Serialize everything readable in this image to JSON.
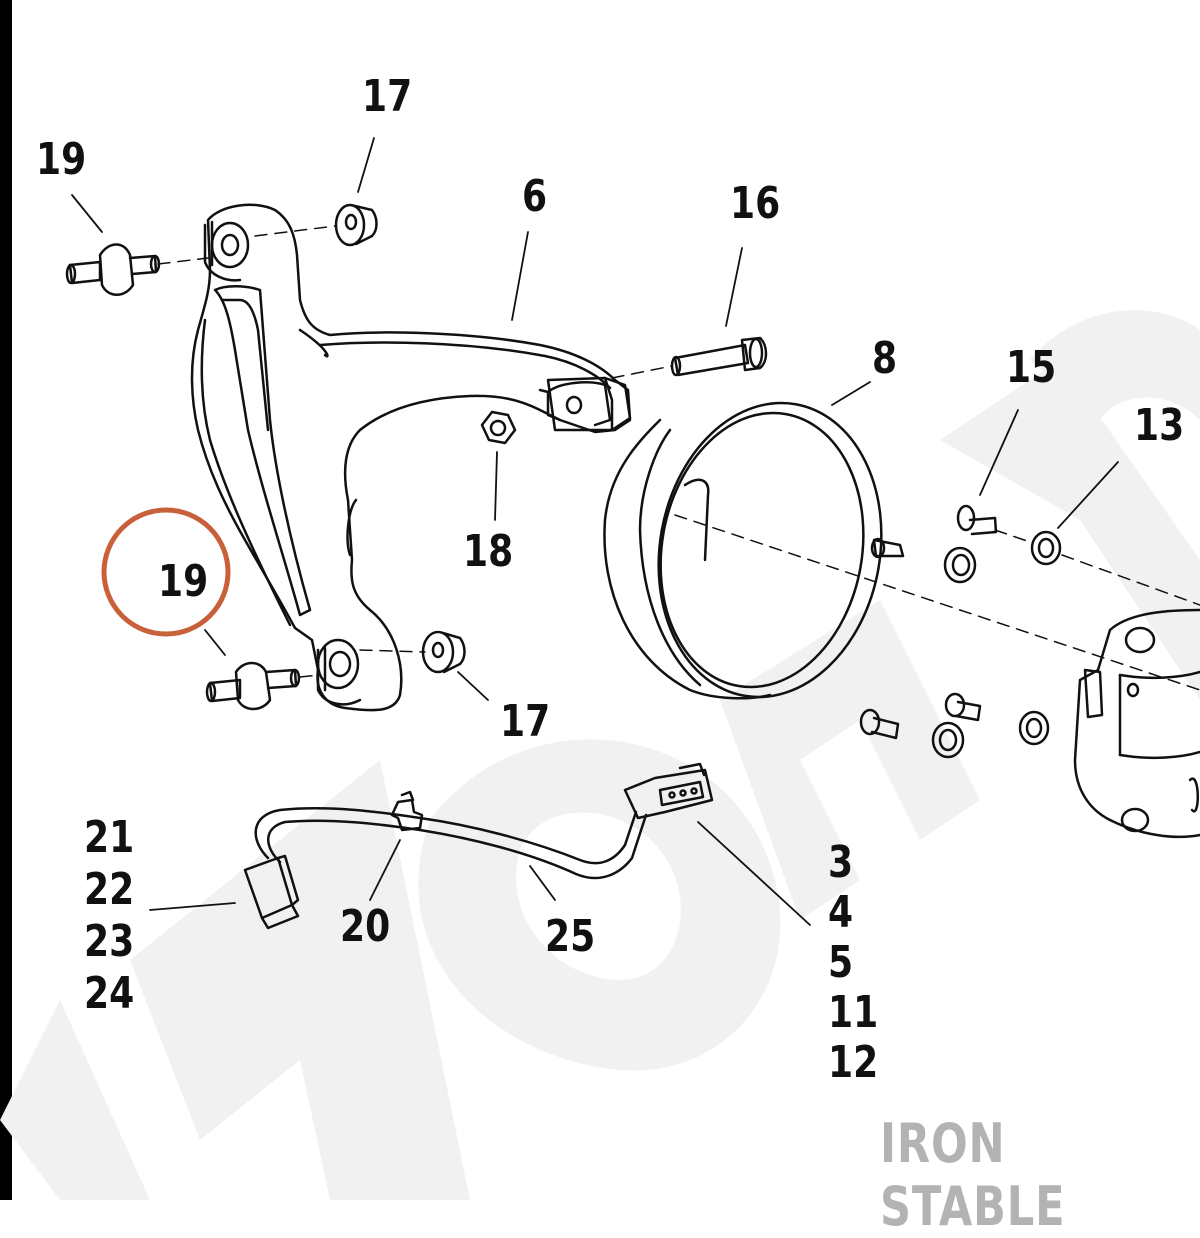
{
  "callouts": {
    "c19_top": "19",
    "c17_top": "17",
    "c6": "6",
    "c16": "16",
    "c8": "8",
    "c15": "15",
    "c13": "13",
    "c18": "18",
    "c19_circled": "19",
    "c17_bottom": "17",
    "c20": "20",
    "c25": "25"
  },
  "stack_left": [
    "21",
    "22",
    "23",
    "24"
  ],
  "stack_right": [
    "3",
    "4",
    "5",
    "11",
    "12"
  ],
  "highlight": {
    "callout": "19",
    "color": "#c8603a"
  },
  "watermark": {
    "text": "IRON STABLE",
    "color": "#b3b3b3"
  }
}
